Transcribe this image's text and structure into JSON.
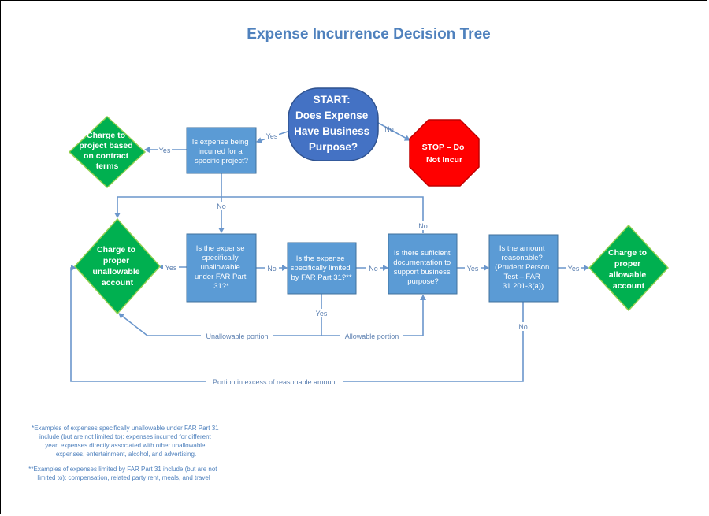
{
  "title": "Expense Incurrence Decision Tree",
  "nodes": {
    "start": [
      "START:",
      "Does Expense",
      "Have Business",
      "Purpose?"
    ],
    "stop": [
      "STOP – Do",
      "Not Incur"
    ],
    "specific_project": [
      "Is expense being",
      "incurred for a",
      "specific project?"
    ],
    "charge_project": [
      "Charge to",
      "project based",
      "on contract",
      "terms"
    ],
    "specifically_unallowable": [
      "Is the expense",
      "specifically",
      "unallowable",
      "under FAR Part",
      "31?*"
    ],
    "specifically_limited": [
      "Is the expense",
      "specifically limited",
      "by FAR Part 31?**"
    ],
    "sufficient_docs": [
      "Is there sufficient",
      "documentation to",
      "support business",
      "purpose?"
    ],
    "reasonable": [
      "Is the amount",
      "reasonable?",
      "(Prudent Person",
      "Test – FAR",
      "31.201-3(a))"
    ],
    "charge_unallowable": [
      "Charge to",
      "proper",
      "unallowable",
      "account"
    ],
    "charge_allowable": [
      "Charge to",
      "proper",
      "allowable",
      "account"
    ]
  },
  "labels": {
    "yes_start": "Yes",
    "no_start": "No",
    "yes_project": "Yes",
    "no_project": "No",
    "yes_unallowable": "Yes",
    "no_unallowable": "No",
    "yes_limited": "Yes",
    "no_limited": "No",
    "no_docs": "No",
    "yes_docs": "Yes",
    "yes_reasonable": "Yes",
    "no_reasonable": "No",
    "unallowable_portion": "Unallowable portion",
    "allowable_portion": "Allowable portion",
    "excess_portion": "Portion in excess of reasonable amount"
  },
  "notes": {
    "note1": [
      "*Examples of expenses specifically unallowable under FAR Part 31",
      "include (but are not limited to): expenses incurred for different",
      "year, expenses directly associated with other unallowable",
      "expenses, entertainment, alcohol, and advertising."
    ],
    "note2": [
      "**Examples of expenses limited by FAR Part 31 include (but are not",
      "limited to): compensation, related party rent, meals, and travel"
    ]
  },
  "colors": {
    "box": "#5b9bd5",
    "start": "#4472c4",
    "stop": "#ff0000",
    "diamond": "#00b050",
    "connector": "#6a96cc",
    "title": "#4f81bd"
  }
}
